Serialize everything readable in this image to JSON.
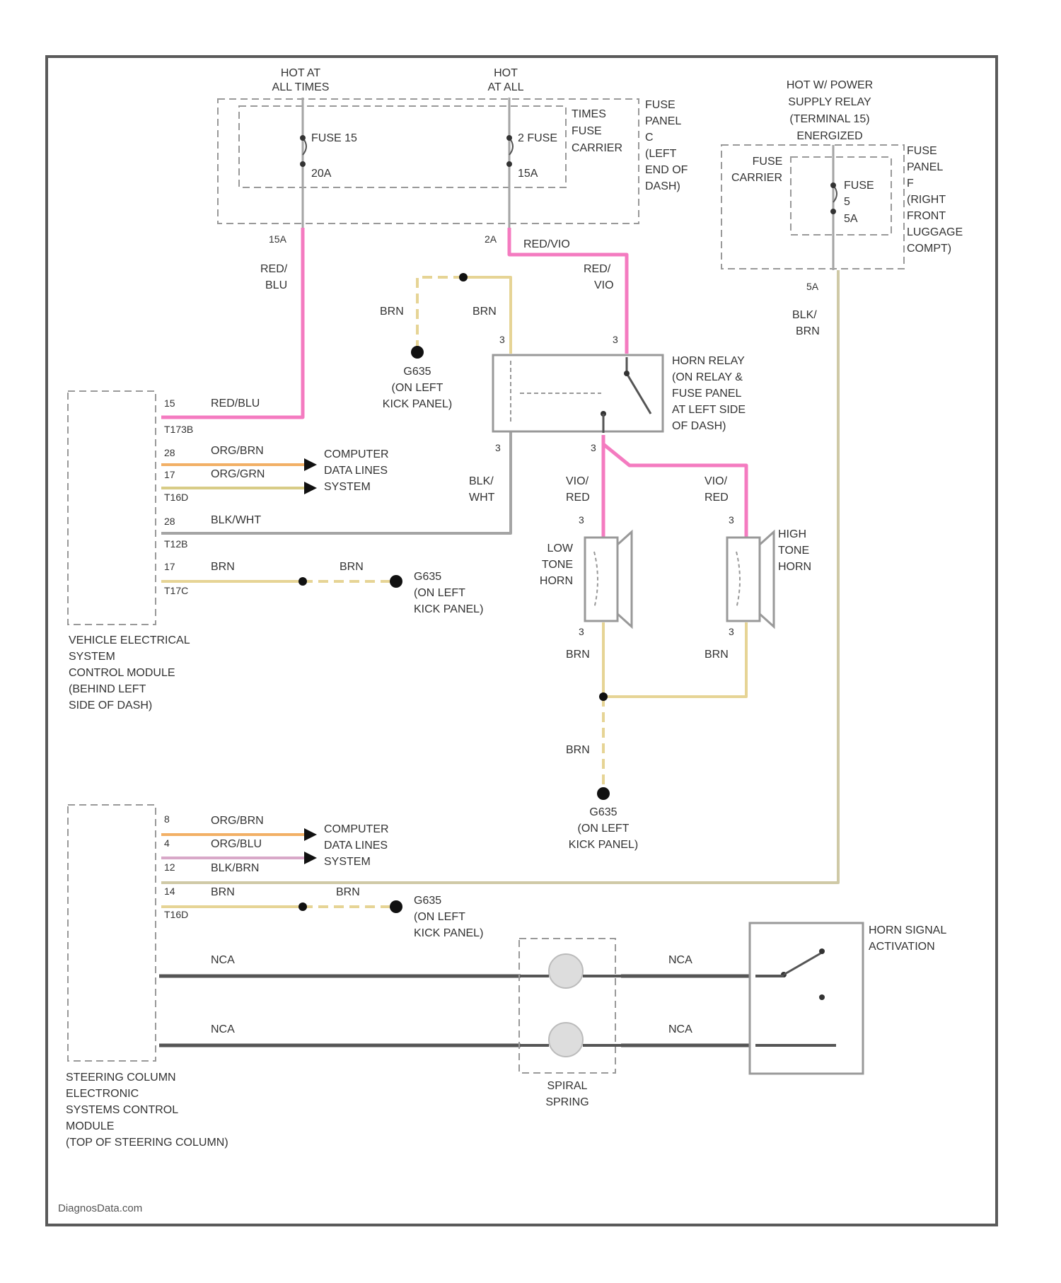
{
  "fuse_panel_left": {
    "hot1": [
      "HOT AT",
      "ALL TIMES"
    ],
    "hot2": [
      "HOT",
      "AT ALL"
    ],
    "hot2_cont": [
      "TIMES",
      "FUSE",
      "CARRIER"
    ],
    "fuse15": "FUSE 15",
    "fuse15_rating": "20A",
    "fuse2": "2 FUSE",
    "fuse2_rating": "15A",
    "panel_label": [
      "FUSE",
      "PANEL",
      "C",
      "(LEFT",
      "END OF",
      "DASH)"
    ],
    "term_15a": "15A",
    "term_2a": "2A"
  },
  "fuse_panel_right": {
    "hot": [
      "HOT W/ POWER",
      "SUPPLY RELAY",
      "(TERMINAL 15)",
      "ENERGIZED"
    ],
    "carrier": [
      "FUSE",
      "CARRIER"
    ],
    "fuse": [
      "FUSE",
      "5"
    ],
    "fuse_rating": "5A",
    "panel_label": [
      "FUSE",
      "PANEL",
      "F",
      "(RIGHT",
      "FRONT",
      "LUGGAGE",
      "COMPT)"
    ],
    "term": "5A"
  },
  "wires": {
    "red_blu_vertical": [
      "RED/",
      "BLU"
    ],
    "red_blu": "RED/BLU",
    "red_vio": "RED/VIO",
    "red_vio_vertical": [
      "RED/",
      "VIO"
    ],
    "brn": "BRN",
    "blk_brn_vertical": [
      "BLK/",
      "BRN"
    ],
    "org_brn": "ORG/BRN",
    "org_grn": "ORG/GRN",
    "blk_wht": "BLK/WHT",
    "blk_wht_vertical": [
      "BLK/",
      "WHT"
    ],
    "vio_red": [
      "VIO/",
      "RED"
    ],
    "org_blu": "ORG/BLU",
    "blk_brn": "BLK/BRN",
    "nca": "NCA"
  },
  "ground_label": [
    "G635",
    "(ON LEFT",
    "KICK PANEL)"
  ],
  "horn_relay_label": [
    "HORN RELAY",
    "(ON RELAY &",
    "FUSE PANEL",
    "AT LEFT SIDE",
    "OF DASH)"
  ],
  "computer_data": [
    "COMPUTER",
    "DATA LINES",
    "SYSTEM"
  ],
  "vecm_label": [
    "VEHICLE ELECTRICAL",
    "SYSTEM",
    "CONTROL MODULE",
    "(BEHIND LEFT",
    "SIDE OF DASH)"
  ],
  "connectors": {
    "t173b": "T173B",
    "t16d": "T16D",
    "t12b": "T12B",
    "t17c": "T17C",
    "t16d_b": "T16D",
    "p19": "15",
    "p3a": "3",
    "p3b": "3",
    "p28": "28",
    "p17": "17",
    "s8": "8",
    "s4": "4",
    "s12": "12",
    "s14": "14"
  },
  "low_horn": [
    "LOW",
    "TONE",
    "HORN"
  ],
  "high_horn": [
    "HIGH",
    "TONE",
    "HORN"
  ],
  "scecm_label": [
    "STEERING COLUMN",
    "ELECTRONIC",
    "SYSTEMS CONTROL",
    "MODULE",
    "(TOP OF STEERING COLUMN)"
  ],
  "spiral_spring": [
    "SPIRAL",
    "SPRING"
  ],
  "horn_signal": [
    "HORN SIGNAL",
    "ACTIVATION"
  ],
  "brand": "DiagnosData.com",
  "colors": {
    "pink": "#f47bc0",
    "tan": "#e6d495",
    "gray": "#a4a4a4",
    "dark": "#555555",
    "frame": "#5a5a5a"
  }
}
